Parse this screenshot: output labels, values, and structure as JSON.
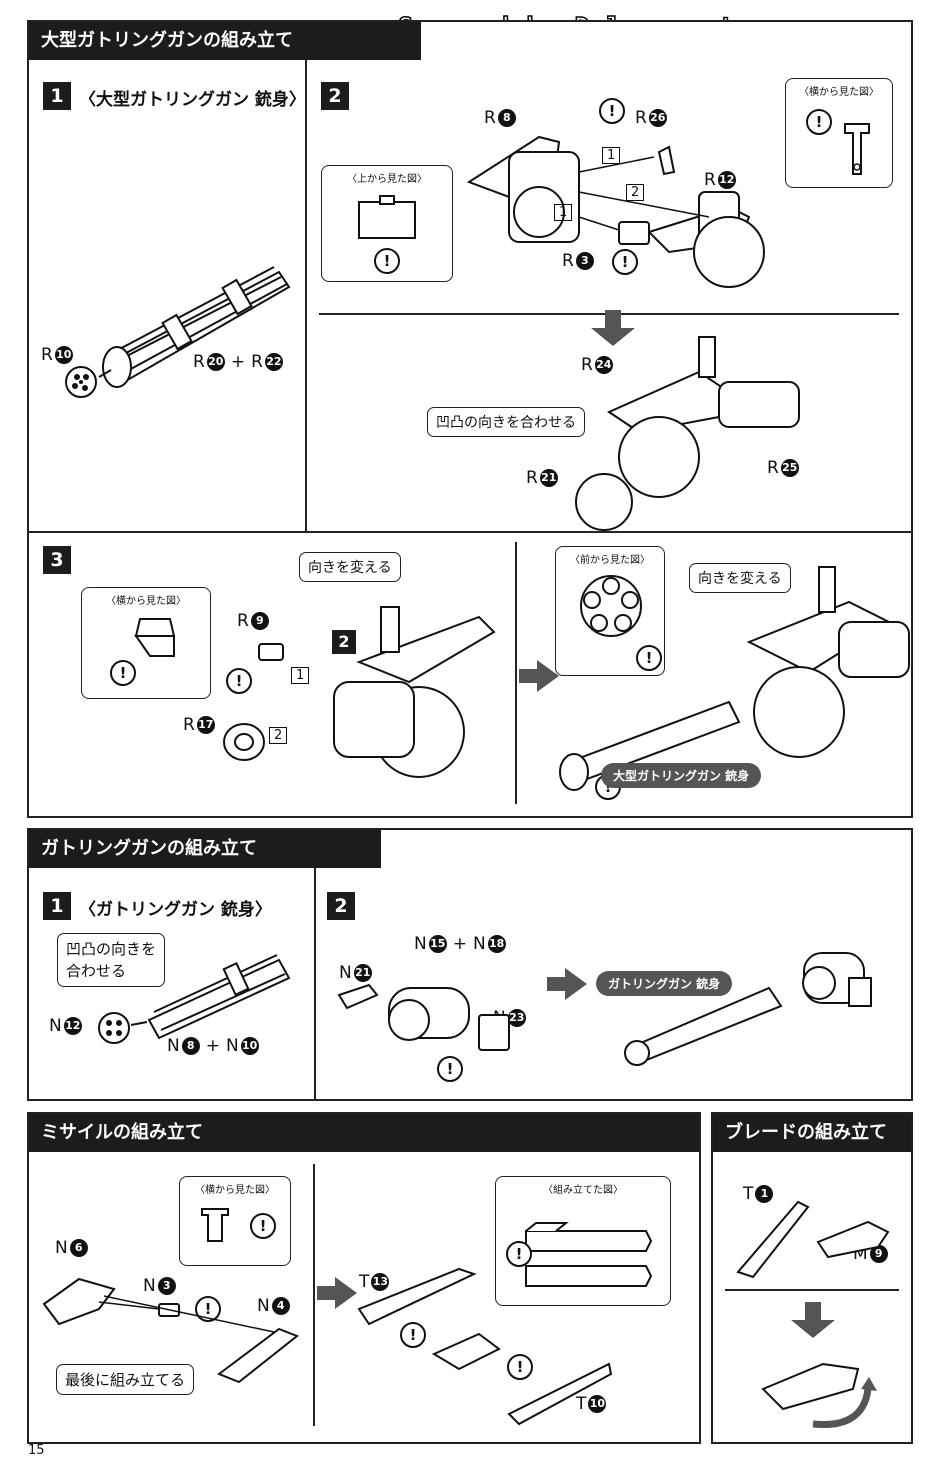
{
  "watermark": "Scanned by Dalong.net",
  "page_number": "15",
  "large_gatling": {
    "title": "大型ガトリングガンの組み立て",
    "step1": {
      "num": "1",
      "title": "〈大型ガトリングガン 銃身〉",
      "part_a": "R",
      "part_a_num": "10",
      "part_b": "R",
      "part_b_num": "20",
      "plus": "+",
      "part_c": "R",
      "part_c_num": "22"
    },
    "step2": {
      "num": "2",
      "top_view": "〈上から見た図〉",
      "side_view": "〈横から見た図〉",
      "r8": "8",
      "r26": "26",
      "r12": "12",
      "r3": "3",
      "r24": "24",
      "r21": "21",
      "r25": "25",
      "order1": "1",
      "order2": "2",
      "align_note": "凹凸の向きを合わせる"
    },
    "step3": {
      "num": "3",
      "side_view": "〈横から見た図〉",
      "front_view": "〈前から見た図〉",
      "r9": "9",
      "r17": "17",
      "turn_note": "向きを変える",
      "sub_step": "2",
      "order1": "1",
      "order2": "2",
      "barrel_label": "大型ガトリングガン 銃身"
    }
  },
  "gatling": {
    "title": "ガトリングガンの組み立て",
    "step1": {
      "num": "1",
      "title": "〈ガトリングガン 銃身〉",
      "align_note": "凹凸の向きを合わせる",
      "n12": "12",
      "n8": "8",
      "n10": "10"
    },
    "step2": {
      "num": "2",
      "n15": "15",
      "n18": "18",
      "n21": "21",
      "n23": "23",
      "barrel_label": "ガトリングガン 銃身"
    }
  },
  "missile": {
    "title": "ミサイルの組み立て",
    "side_view": "〈横から見た図〉",
    "assembled_view": "〈組み立てた図〉",
    "n6": "6",
    "n3": "3",
    "n4": "4",
    "t13": "13",
    "t10": "10",
    "last_note": "最後に組み立てる"
  },
  "blade": {
    "title": "ブレードの組み立て",
    "t1": "1",
    "m9": "9"
  },
  "warn_symbol": "!",
  "letters": {
    "R": "R",
    "N": "N",
    "T": "T",
    "M": "M"
  }
}
